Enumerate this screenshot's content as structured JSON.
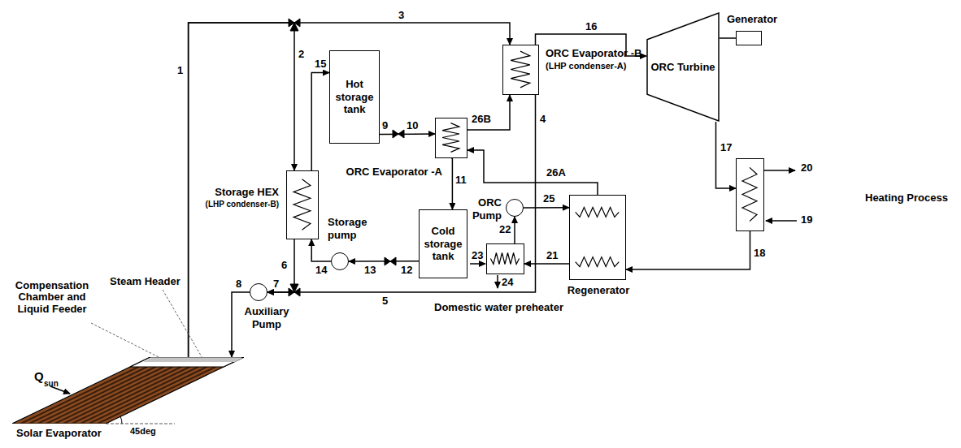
{
  "diagram": {
    "nodes": [
      {
        "text": [
          "Solar Evaporator"
        ]
      },
      {
        "text": [
          "Auxiliary Pump"
        ]
      },
      {
        "text": [
          "Storage HEX",
          "(LHP condenser-B)"
        ]
      },
      {
        "text": [
          "Hot storage tank"
        ]
      },
      {
        "text": [
          "Storage pump"
        ]
      },
      {
        "text": [
          "Cold storage tank"
        ]
      },
      {
        "text": [
          "ORC Evaporator -A"
        ]
      },
      {
        "text": [
          "ORC Evaporator -B",
          "(LHP condenser-A)"
        ]
      },
      {
        "text": [
          "ORC Turbine"
        ]
      },
      {
        "text": [
          "Generator"
        ]
      },
      {
        "text": [
          "Heating Process"
        ]
      },
      {
        "text": [
          "Regenerator"
        ]
      },
      {
        "text": [
          "ORC Pump"
        ]
      },
      {
        "text": [
          "Domestic water preheater"
        ]
      }
    ],
    "edges": [
      {
        "from": 0,
        "to": 7,
        "arrow": "to"
      },
      {
        "from": 0,
        "to": 2,
        "arrow": "to"
      },
      {
        "from": 7,
        "to": 1,
        "arrow": "to"
      },
      {
        "from": 2,
        "to": 1,
        "arrow": "to"
      },
      {
        "from": 1,
        "to": 0,
        "arrow": "to"
      },
      {
        "from": 2,
        "to": 3,
        "arrow": "to"
      },
      {
        "from": 3,
        "to": 6,
        "arrow": "to"
      },
      {
        "from": 6,
        "to": 5,
        "arrow": "to"
      },
      {
        "from": 5,
        "to": 4,
        "arrow": "to"
      },
      {
        "from": 4,
        "to": 2,
        "arrow": "to"
      },
      {
        "from": 7,
        "to": 8,
        "arrow": "to"
      },
      {
        "from": 8,
        "to": 9,
        "arrow": "none"
      },
      {
        "from": 8,
        "to": 10,
        "arrow": "to"
      },
      {
        "from": 10,
        "to": 11,
        "arrow": "to"
      },
      {
        "from": 11,
        "to": 13,
        "arrow": "to"
      },
      {
        "from": 13,
        "to": 12,
        "arrow": "to"
      },
      {
        "from": 12,
        "to": 11,
        "arrow": "to"
      },
      {
        "from": 11,
        "to": 6,
        "arrow": "to"
      },
      {
        "from": 6,
        "to": 7,
        "arrow": "to"
      }
    ],
    "labels": [
      "1",
      "2",
      "3",
      "4",
      "5",
      "6",
      "7",
      "8",
      "9",
      "10",
      "11",
      "12",
      "13",
      "14",
      "15",
      "16",
      "17",
      "18",
      "19",
      "20",
      "21",
      "22",
      "23",
      "24",
      "25",
      "26A",
      "26B",
      "Q",
      "sun",
      "45deg",
      "Steam Header",
      "Compensation Chamber and Liquid Feeder"
    ]
  }
}
